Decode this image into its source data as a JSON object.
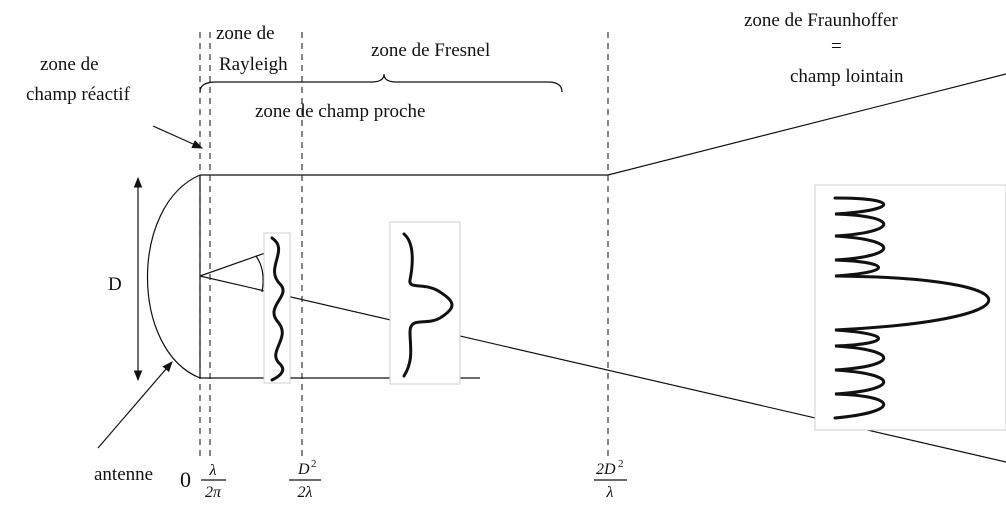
{
  "labels": {
    "reactive_zone_line1": "zone de",
    "reactive_zone_line2": "champ réactif",
    "rayleigh_line1": "zone de",
    "rayleigh_line2": "Rayleigh",
    "fresnel": "zone de Fresnel",
    "near_field": "zone de champ proche",
    "fraunhofer_line1": "zone de Fraunhoffer",
    "fraunhofer_eq": "=",
    "fraunhofer_line2": "champ lointain",
    "diameter": "D",
    "antenna": "antenne"
  },
  "axis": {
    "zero": "0",
    "tick1_num": "λ",
    "tick1_den": "2π",
    "tick2_num_base": "D",
    "tick2_num_exp": "2",
    "tick2_den": "2λ",
    "tick3_num_base": "2D",
    "tick3_num_exp": "2",
    "tick3_den": "λ"
  }
}
